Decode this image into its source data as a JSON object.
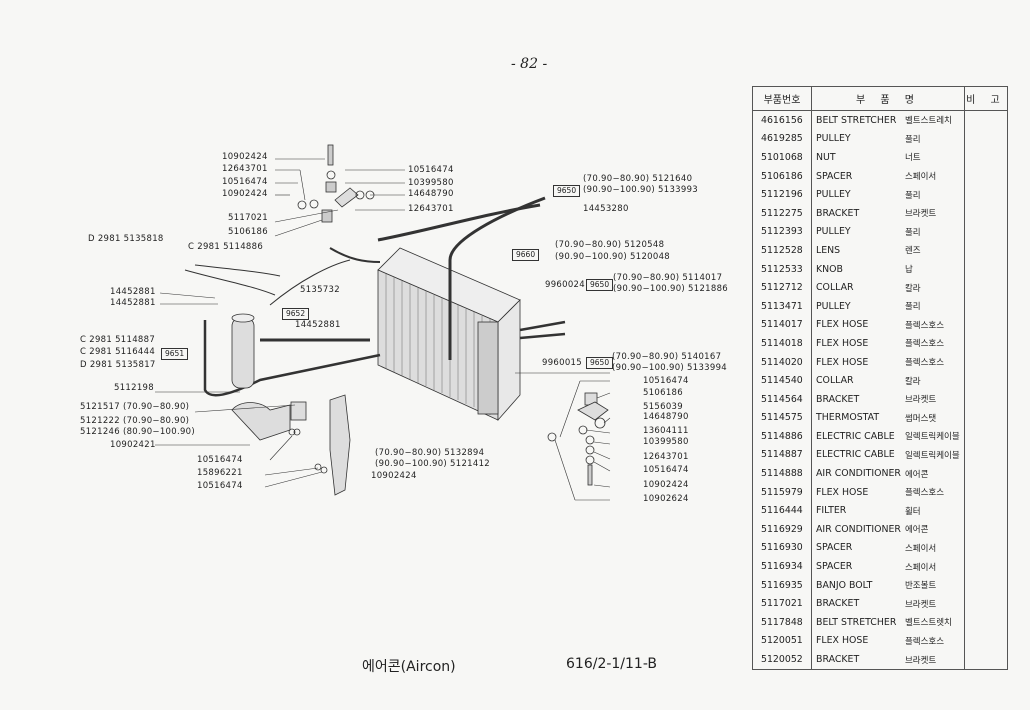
{
  "page_number": "- 82 -",
  "caption": "에어콘(Aircon)",
  "doc_code": "616/2-1/11-B",
  "table": {
    "headers": [
      "부품번호",
      "부 품 명",
      "비 고"
    ],
    "rows": [
      {
        "no": "4616156",
        "en": "BELT STRETCHER",
        "ko": "벨트스트레치"
      },
      {
        "no": "4619285",
        "en": "PULLEY",
        "ko": "풀리"
      },
      {
        "no": "5101068",
        "en": "NUT",
        "ko": "너트"
      },
      {
        "no": "5106186",
        "en": "SPACER",
        "ko": "스페이서"
      },
      {
        "no": "5112196",
        "en": "PULLEY",
        "ko": "풀리"
      },
      {
        "no": "5112275",
        "en": "BRACKET",
        "ko": "브라켓트"
      },
      {
        "no": "5112393",
        "en": "PULLEY",
        "ko": "풀리"
      },
      {
        "no": "5112528",
        "en": "LENS",
        "ko": "렌즈"
      },
      {
        "no": "5112533",
        "en": "KNOB",
        "ko": "납"
      },
      {
        "no": "5112712",
        "en": "COLLAR",
        "ko": "칼라"
      },
      {
        "no": "5113471",
        "en": "PULLEY",
        "ko": "풀리"
      },
      {
        "no": "5114017",
        "en": "FLEX HOSE",
        "ko": "플렉스호스"
      },
      {
        "no": "5114018",
        "en": "FLEX HOSE",
        "ko": "플렉스호스"
      },
      {
        "no": "5114020",
        "en": "FLEX HOSE",
        "ko": "플렉스호스"
      },
      {
        "no": "5114540",
        "en": "COLLAR",
        "ko": "칼라"
      },
      {
        "no": "5114564",
        "en": "BRACKET",
        "ko": "브라켓트"
      },
      {
        "no": "5114575",
        "en": "THERMOSTAT",
        "ko": "썸머스탯"
      },
      {
        "no": "5114886",
        "en": "ELECTRIC CABLE",
        "ko": "일렉트릭케이블"
      },
      {
        "no": "5114887",
        "en": "ELECTRIC CABLE",
        "ko": "일렉트릭케이블"
      },
      {
        "no": "5114888",
        "en": "AIR CONDITIONER",
        "ko": "에어콘"
      },
      {
        "no": "5115979",
        "en": "FLEX HOSE",
        "ko": "플렉스호스"
      },
      {
        "no": "5116444",
        "en": "FILTER",
        "ko": "휠터"
      },
      {
        "no": "5116929",
        "en": "AIR CONDITIONER",
        "ko": "에어콘"
      },
      {
        "no": "5116930",
        "en": "SPACER",
        "ko": "스페이서"
      },
      {
        "no": "5116934",
        "en": "SPACER",
        "ko": "스페이서"
      },
      {
        "no": "5116935",
        "en": "BANJO BOLT",
        "ko": "반조볼트"
      },
      {
        "no": "5117021",
        "en": "BRACKET",
        "ko": "브라켓트"
      },
      {
        "no": "5117848",
        "en": "BELT STRETCHER",
        "ko": "벨트스트렛치"
      },
      {
        "no": "5120051",
        "en": "FLEX HOSE",
        "ko": "플렉스호스"
      },
      {
        "no": "5120052",
        "en": "BRACKET",
        "ko": "브라켓트"
      }
    ]
  },
  "callouts": [
    "10902424",
    "12643701",
    "10516474",
    "10902424",
    "5117021",
    "5106186",
    "D 2981  5135818",
    "C 2981  5114886",
    "14452881",
    "14452881",
    "5135732",
    "9652",
    "14452881",
    "10516474",
    "10399580",
    "14648790",
    "12643701",
    "9650",
    "(70.90−80.90)   5121640",
    "(90.90−100.90)  5133993",
    "14453280",
    "9660",
    "(70.90−80.90)      5120548",
    "(90.90−100.90)     5120048",
    "9960024",
    "9650",
    "(70.90−80.90)   5114017",
    "(90.90−100.90) 5121886",
    "9960015",
    "9650",
    "(70.90−80.90)   5140167",
    "(90.90−100.90) 5133994",
    "10516474",
    "5106186",
    "5156039",
    "14648790",
    "13604111",
    "10399580",
    "12643701",
    "10516474",
    "10902424",
    "10902624",
    "C 2981  5114887",
    "C 2981  5116444",
    "D 2981  5135817",
    "9651",
    "5112198",
    "5121517  (70.90−80.90)",
    "5121222  (70.90−80.90)",
    "5121246  (80.90−100.90)",
    "10902421",
    "10516474",
    "15896221",
    "10516474",
    "(70.90−80.90)     5132894",
    "(90.90−100.90)   5121412",
    "10902424"
  ]
}
